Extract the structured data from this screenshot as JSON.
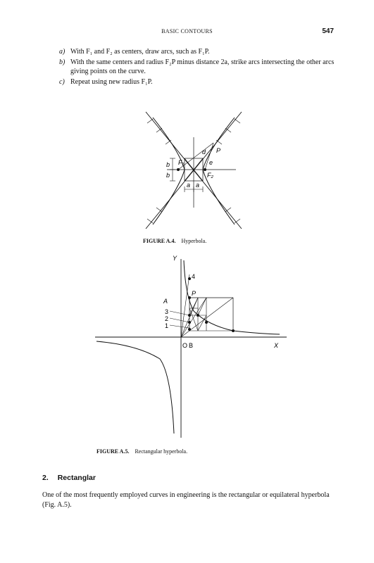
{
  "running_head": {
    "title": "BASIC CONTOURS",
    "page_number": "547"
  },
  "steps": [
    {
      "marker": "a)",
      "text": "With F₁ and F₂ as centers, draw arcs, such as F₁P."
    },
    {
      "marker": "b)",
      "text": "With the same centers and radius F₂P minus distance 2a, strike arcs intersecting the other arcs giving points on the curve."
    },
    {
      "marker": "c)",
      "text": "Repeat using new radius F₁P."
    }
  ],
  "figure_a4": {
    "label": "FIGURE A.4.",
    "caption": "Hyperbola.",
    "labels": {
      "f1": "F₁",
      "f2": "F₂",
      "p": "P",
      "d": "d",
      "e": "e",
      "b": "b",
      "a": "a"
    }
  },
  "figure_a5": {
    "label": "FIGURE A.5.",
    "caption": "Rectangular hyperbola.",
    "labels": {
      "y": "Y",
      "x": "X",
      "a": "A",
      "p": "P",
      "o": "O",
      "b": "B",
      "n1": "1",
      "n2": "2",
      "n3": "3",
      "n4": "4"
    }
  },
  "section": {
    "number": "2.",
    "title": "Rectanglar"
  },
  "paragraph": "One of the most frequently employed curves in engineering is the rectangular or equilateral hyperbola (Fig. A.5)."
}
